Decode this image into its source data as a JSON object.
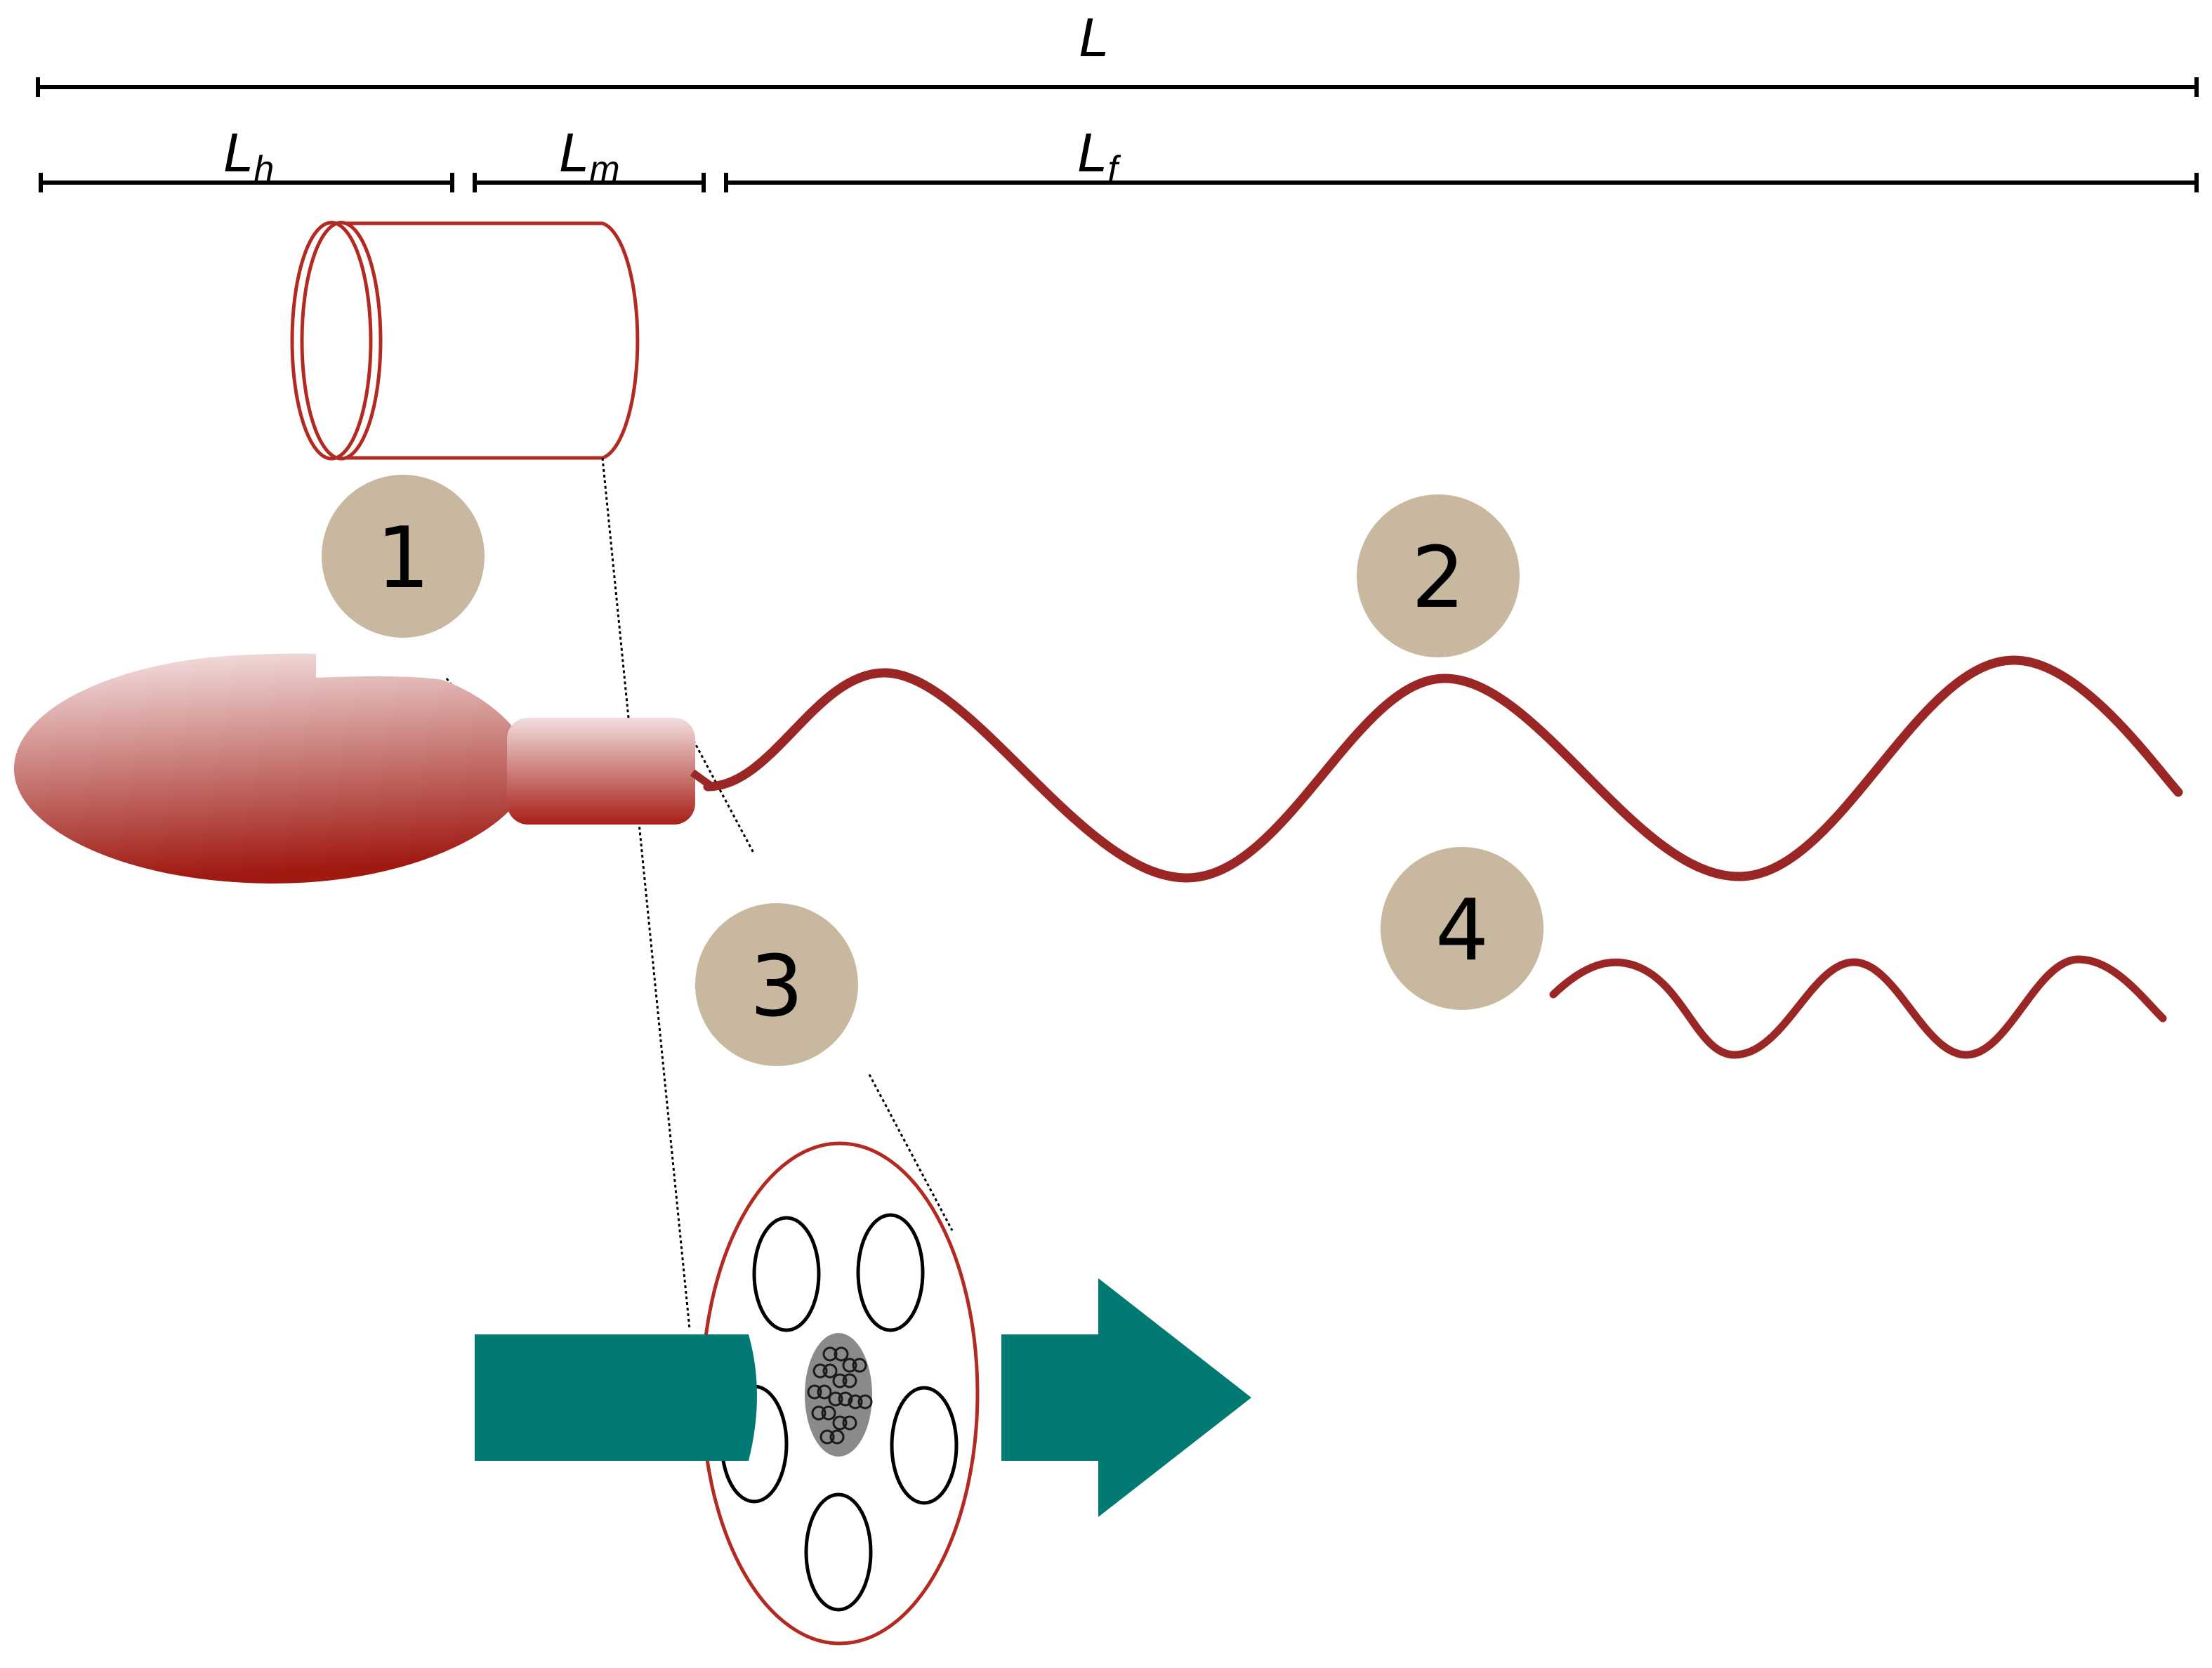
{
  "dimensions": {
    "total": {
      "main": "L",
      "sub": ""
    },
    "head": {
      "main": "L",
      "sub": "h"
    },
    "midpiece": {
      "main": "L",
      "sub": "m"
    },
    "flagellum": {
      "main": "L",
      "sub": "f"
    }
  },
  "badges": [
    {
      "id": "1",
      "label": "1"
    },
    {
      "id": "2",
      "label": "2"
    },
    {
      "id": "3",
      "label": "3"
    },
    {
      "id": "4",
      "label": "4"
    }
  ],
  "colors": {
    "sperm_red": "#9b2626",
    "head_gradient_top": "#f3e3e3",
    "head_gradient_bottom": "#a11e14",
    "outline_red": "#b32a22",
    "badge_fill": "#c8b8a0",
    "arrow_teal": "#007a72",
    "core_grey": "#8a8a8a",
    "line_black": "#000000"
  },
  "icons": {
    "cylinder": "cylinder-icon",
    "arrow": "arrow-right-icon"
  }
}
